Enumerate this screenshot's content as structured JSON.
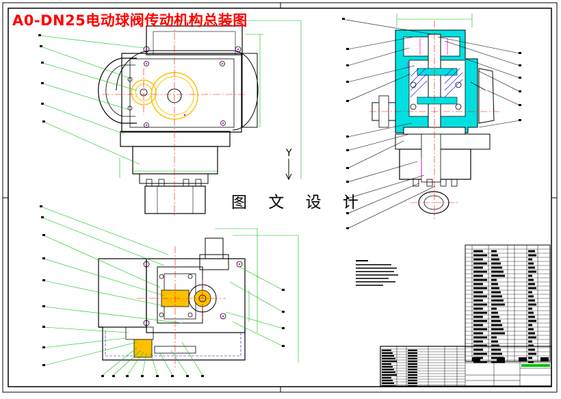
{
  "sheet": {
    "title": "A0-DN25电动球阀传动机构总装图",
    "watermark": "图 文 设 计",
    "view_label": "Y"
  },
  "colors": {
    "outline": "#000000",
    "centerline": "#ff0000",
    "dimension": "#00c000",
    "fill": "#00e0e0",
    "hatch": "#0000ff",
    "magenta": "#ff00ff",
    "gear": "#ffc000"
  }
}
